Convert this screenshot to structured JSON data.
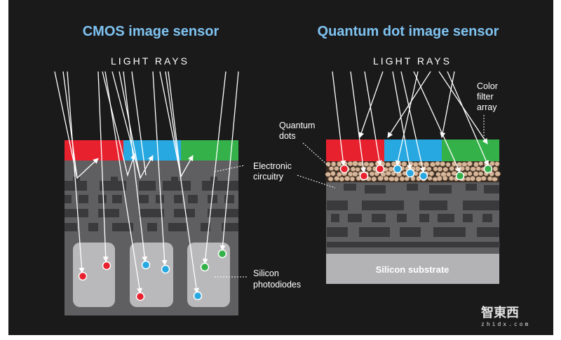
{
  "titles": {
    "left": "CMOS image sensor",
    "right": "Quantum dot image sensor"
  },
  "rays_label": "LIGHT RAYS",
  "labels": {
    "electronic": [
      "Electronic",
      "circuitry"
    ],
    "silicon_photodiodes": [
      "Silicon",
      "photodiodes"
    ],
    "quantum_dots": [
      "Quantum",
      "dots"
    ],
    "color_filter": [
      "Color",
      "filter",
      "array"
    ],
    "silicon_substrate": "Silicon substrate"
  },
  "watermark": {
    "logo": "智東西",
    "text": "zhidx.com"
  },
  "colors": {
    "background": "#1b1a1b",
    "title": "#7ec3f0",
    "red": "#e8212e",
    "blue": "#27a8e0",
    "green": "#35b14a",
    "circuit_light": "#5f5f61",
    "circuit_dark": "#3a3a3c",
    "photodiode": "#b9b9bb",
    "substrate": "#b3b3b6",
    "dots": "#d7b79b"
  }
}
